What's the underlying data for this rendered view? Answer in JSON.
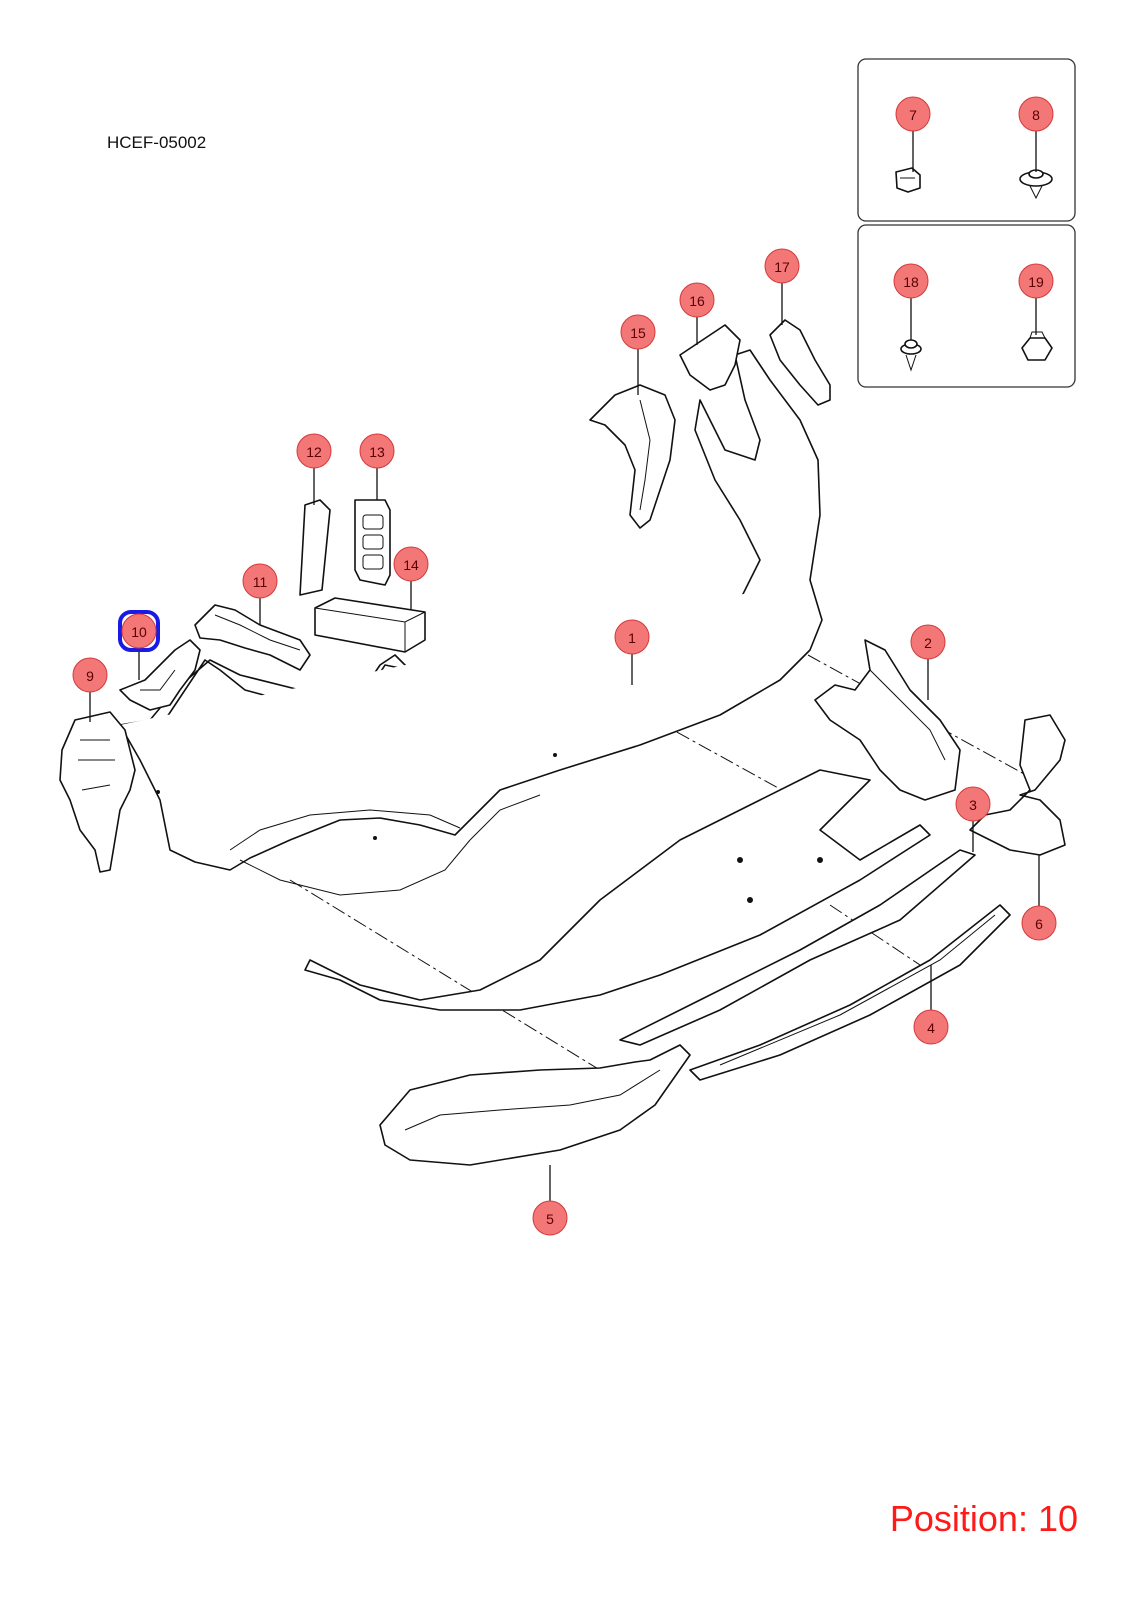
{
  "diagram": {
    "code": "HCEF-05002",
    "position_label": "Position: 10",
    "selected_callout": "10",
    "callouts": [
      {
        "id": "1",
        "label": "1"
      },
      {
        "id": "2",
        "label": "2"
      },
      {
        "id": "3",
        "label": "3"
      },
      {
        "id": "4",
        "label": "4"
      },
      {
        "id": "5",
        "label": "5"
      },
      {
        "id": "6",
        "label": "6"
      },
      {
        "id": "7",
        "label": "7"
      },
      {
        "id": "8",
        "label": "8"
      },
      {
        "id": "9",
        "label": "9"
      },
      {
        "id": "10",
        "label": "10"
      },
      {
        "id": "11",
        "label": "11"
      },
      {
        "id": "12",
        "label": "12"
      },
      {
        "id": "13",
        "label": "13"
      },
      {
        "id": "14",
        "label": "14"
      },
      {
        "id": "15",
        "label": "15"
      },
      {
        "id": "16",
        "label": "16"
      },
      {
        "id": "17",
        "label": "17"
      },
      {
        "id": "18",
        "label": "18"
      },
      {
        "id": "19",
        "label": "19"
      }
    ],
    "colors": {
      "callout_fill": "#f47777",
      "selection_ring": "#1a1ae6",
      "position_text": "#ff1a1a"
    }
  }
}
